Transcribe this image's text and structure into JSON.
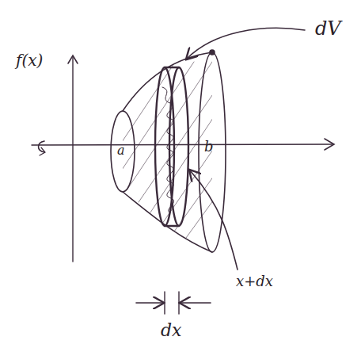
{
  "diagram": {
    "labels": [
      "dV",
      "f(x)",
      "a",
      "b",
      "x+dx",
      "dx"
    ]
  }
}
